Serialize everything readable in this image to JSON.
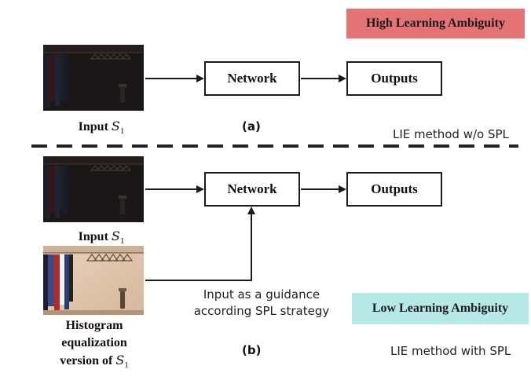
{
  "colors": {
    "high_badge_bg": "#e57373",
    "low_badge_bg": "#b6e9e6",
    "stroke": "#1a1a1a"
  },
  "panel_a": {
    "badge": "High Learning Ambiguity",
    "input_caption_prefix": "Input ",
    "input_symbol": "S",
    "input_symbol_sub": "1",
    "network_label": "Network",
    "outputs_label": "Outputs",
    "panel_label": "(a)",
    "method_label": "LIE method w/o SPL"
  },
  "panel_b": {
    "badge": "Low Learning Ambiguity",
    "input_caption_prefix": "Input ",
    "input_symbol": "S",
    "input_symbol_sub": "1",
    "network_label": "Network",
    "outputs_label": "Outputs",
    "guidance_line1": "Input as a guidance",
    "guidance_line2": "according SPL strategy",
    "hist_line1": "Histogram",
    "hist_line2": "equalization",
    "hist_line3_prefix": "version of ",
    "hist_symbol": "S",
    "hist_symbol_sub": "1",
    "panel_label": "(b)",
    "method_label": "LIE method with SPL"
  },
  "images": {
    "dark_closet": "dark-closet-photo",
    "bright_closet": "histogram-equalized-closet-photo"
  }
}
